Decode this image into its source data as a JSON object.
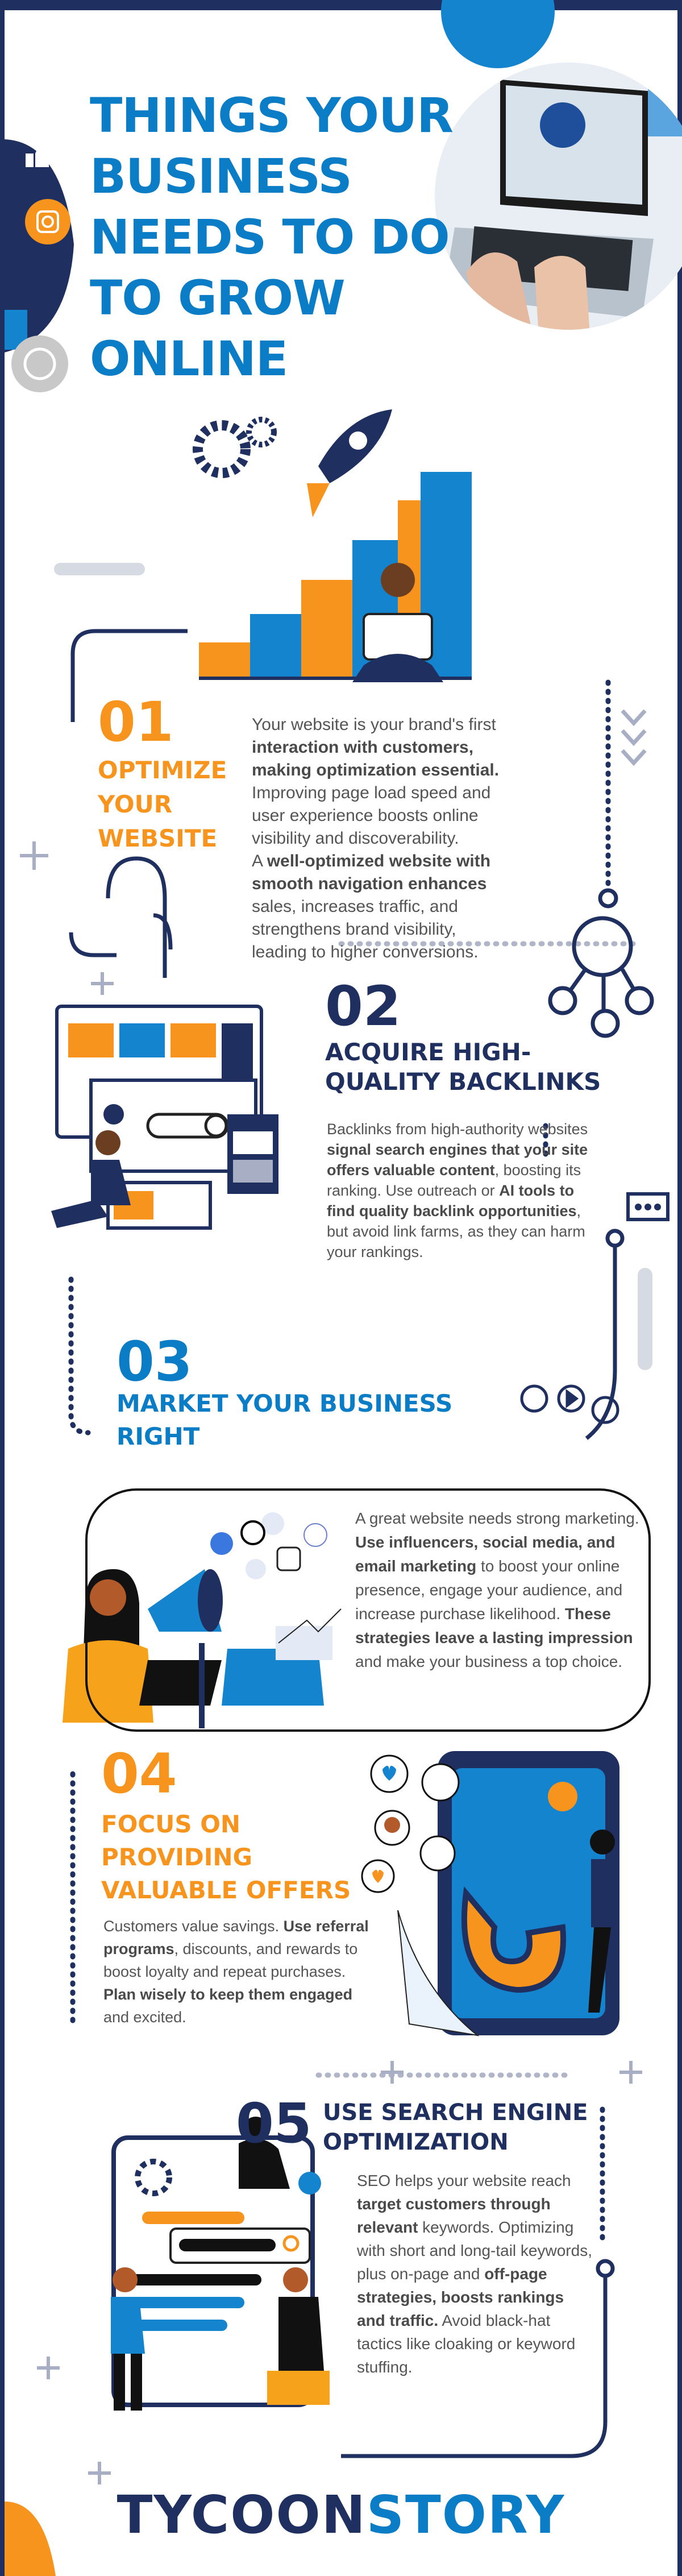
{
  "title": {
    "lines": [
      "THINGS YOUR",
      "BUSINESS",
      "NEEDS TO DO",
      "TO GROW",
      "ONLINE"
    ]
  },
  "colors": {
    "blue": "#0b7cc6",
    "orange": "#f7941d",
    "navy": "#1f2f5f",
    "text": "#555555"
  },
  "side_icons": [
    "thumbs-up-icon",
    "instagram-icon",
    "thumbs-up-icon",
    "whatsapp-icon"
  ],
  "sections": [
    {
      "number": "01",
      "heading_lines": [
        "OPTIMIZE",
        "YOUR",
        "WEBSITE"
      ],
      "body": [
        {
          "t": "Your website is your brand's first ",
          "b": false
        },
        {
          "t": "interaction with customers, making optimization essential.",
          "b": true
        },
        {
          "t": " Improving page load speed and user experience boosts online visibility and discoverability.",
          "b": false
        },
        {
          "br": true
        },
        {
          "t": "A ",
          "b": false
        },
        {
          "t": "well-optimized website with smooth navigation enhances",
          "b": true
        },
        {
          "t": " sales, increases traffic, and strengthens brand visibility, leading to higher conversions.",
          "b": false
        }
      ]
    },
    {
      "number": "02",
      "heading_lines": [
        "ACQUIRE HIGH-",
        "QUALITY BACKLINKS"
      ],
      "body": [
        {
          "t": "Backlinks from high-authority websites ",
          "b": false
        },
        {
          "t": "signal search engines that your site offers valuable content",
          "b": true
        },
        {
          "t": ", boosting its ranking. Use outreach or ",
          "b": false
        },
        {
          "t": "AI tools to find quality backlink opportunities",
          "b": true
        },
        {
          "t": ", but avoid link farms, as they can harm your rankings.",
          "b": false
        }
      ]
    },
    {
      "number": "03",
      "heading_lines": [
        "MARKET YOUR BUSINESS",
        "RIGHT"
      ],
      "body": [
        {
          "t": "A great website needs strong marketing. ",
          "b": false
        },
        {
          "t": "Use influencers, social media, and email marketing",
          "b": true
        },
        {
          "t": " to boost your online presence, engage your audience, and increase purchase likelihood. ",
          "b": false
        },
        {
          "t": "These strategies leave a lasting impression",
          "b": true
        },
        {
          "t": " and make your business a top choice.",
          "b": false
        }
      ]
    },
    {
      "number": "04",
      "heading_lines": [
        "FOCUS ON",
        "PROVIDING",
        "VALUABLE OFFERS"
      ],
      "body": [
        {
          "t": "Customers value savings. ",
          "b": false
        },
        {
          "t": "Use referral programs",
          "b": true
        },
        {
          "t": ", discounts, and rewards to boost loyalty and repeat purchases. ",
          "b": false
        },
        {
          "t": "Plan wisely to keep them engaged",
          "b": true
        },
        {
          "t": " and excited.",
          "b": false
        }
      ]
    },
    {
      "number": "05",
      "heading_lines": [
        "USE SEARCH ENGINE",
        "OPTIMIZATION"
      ],
      "body": [
        {
          "t": "SEO helps your website reach ",
          "b": false
        },
        {
          "t": "target customers through relevant",
          "b": true
        },
        {
          "t": " keywords. Optimizing with short and long-tail keywords, plus on-page and ",
          "b": false
        },
        {
          "t": "off-page strategies, boosts rankings and traffic.",
          "b": true
        },
        {
          "t": " Avoid black-hat tactics like cloaking or keyword stuffing.",
          "b": false
        }
      ]
    }
  ],
  "footer": {
    "brand_part1": "TYCOON",
    "brand_part2": "STORY"
  }
}
